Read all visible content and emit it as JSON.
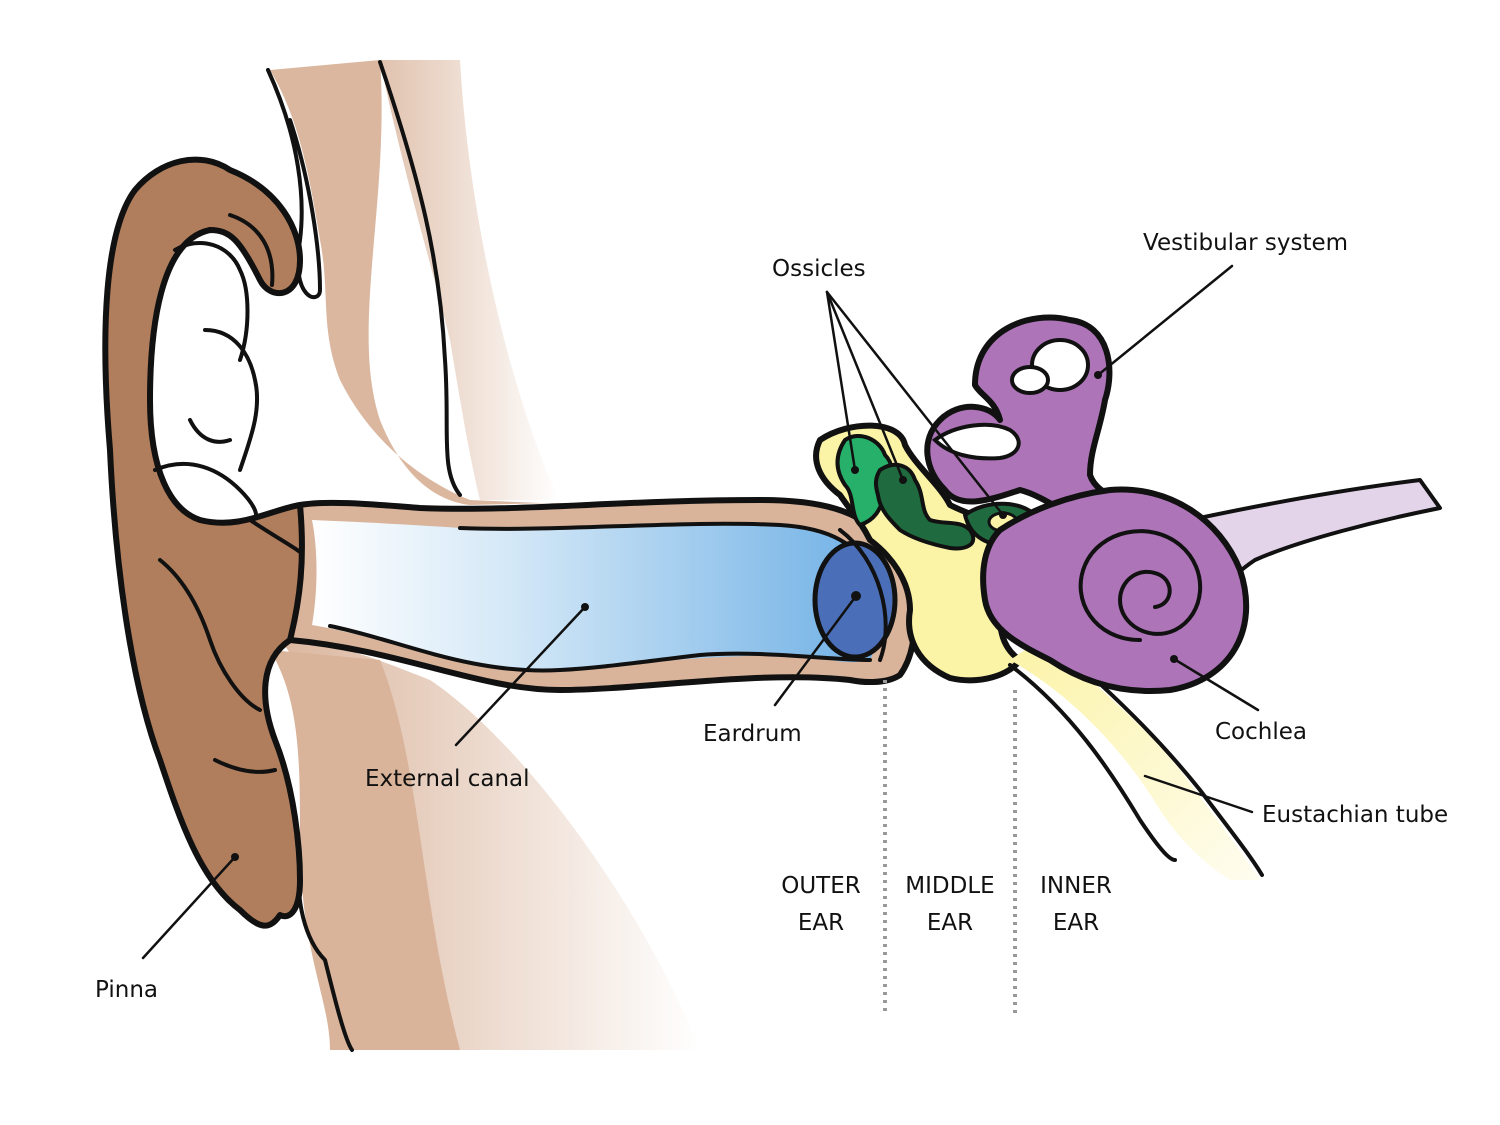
{
  "labels": {
    "pinna": "Pinna",
    "external_canal": "External canal",
    "eardrum": "Eardrum",
    "ossicles": "Ossicles",
    "vestibular_system": "Vestibular system",
    "cochlea": "Cochlea",
    "eustachian_tube": "Eustachian tube"
  },
  "regions": {
    "outer": [
      "OUTER",
      "EAR"
    ],
    "middle": [
      "MIDDLE",
      "EAR"
    ],
    "inner": [
      "INNER",
      "EAR"
    ]
  },
  "colors": {
    "pinna": "#B07E5C",
    "skin": "#D9B39A",
    "canal_light": "#FFFFFF",
    "canal_blue": "#74B3E6",
    "eardrum": "#4A6FB8",
    "middle_ear": "#FBF3A6",
    "ossicles_light": "#26B06A",
    "ossicles_dark": "#1F6B3F",
    "inner_ear": "#AD74B8",
    "nerve": "#E3D4EA",
    "outline": "#111111"
  }
}
